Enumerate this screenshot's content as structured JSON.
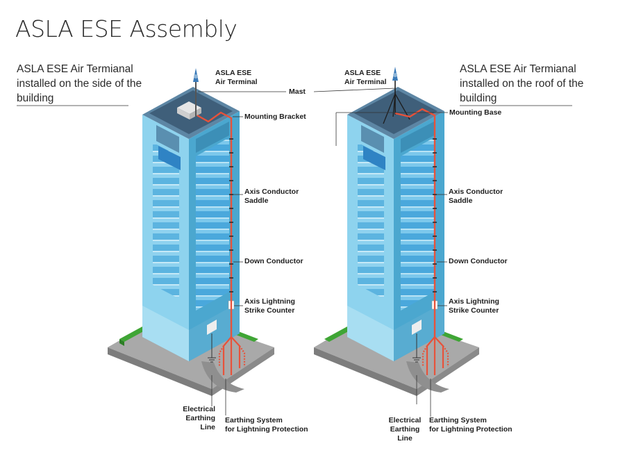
{
  "title": "ASLA ESE Assembly",
  "subtitles": {
    "left": [
      "ASLA ESE Air Termianal",
      "installed on the side of the",
      "building"
    ],
    "right": [
      "ASLA ESE Air Termianal",
      "installed on the roof of the",
      "building"
    ]
  },
  "labels": {
    "air_terminal": [
      "ASLA ESE",
      "Air Terminal"
    ],
    "mast": "Mast",
    "mounting_bracket": "Mounting Bracket",
    "mounting_base": "Mounting Base",
    "axis_conductor_saddle": [
      "Axis Conductor",
      "Saddle"
    ],
    "down_conductor": "Down Conductor",
    "axis_lightning_strike_counter": [
      "Axis Lightning",
      "Strike Counter"
    ],
    "electrical_earthing_line": [
      "Electrical",
      "Earthing",
      "Line"
    ],
    "earthing_system": [
      "Earthing System",
      "for Lightning Protection"
    ]
  },
  "colors": {
    "conductor": "#e8523a",
    "glass": "#6cc0e8",
    "glass_dark": "#3a9fd6",
    "facade": "#8ed3ee",
    "facade_side": "#4ba7cf",
    "roof": "#3f5f7a",
    "ground": "#9a9a9a",
    "grass": "#3fa535"
  }
}
